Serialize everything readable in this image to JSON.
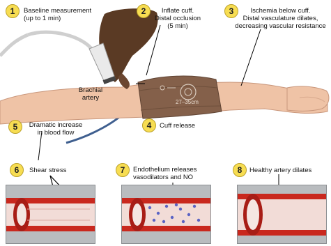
{
  "steps": [
    {
      "number": "1",
      "text": "Baseline measurement\n(up to 1 min)"
    },
    {
      "number": "2",
      "text": "Inflate cuff.\nDistal occlusion\n(5 min)"
    },
    {
      "number": "3",
      "text": "Ischemia below cuff.\nDistal vasculature dilates,\ndecreasing vascular resistance"
    },
    {
      "number": "4",
      "text": "Cuff release"
    },
    {
      "number": "5",
      "text": "Dramatic increase\nin blood flow"
    },
    {
      "number": "6",
      "text": "Shear stress"
    },
    {
      "number": "7",
      "text": "Endothelium releases\nvasodilators and NO"
    },
    {
      "number": "8",
      "text": "Healthy artery dilates"
    }
  ],
  "labels": {
    "brachial_artery": "Brachial\nartery",
    "cuff_size": "27–35cm"
  },
  "colors": {
    "badge": "#f7dd52",
    "skin": "#efc3a6",
    "cuff": "#84604a",
    "artery_wall": "#c9281e",
    "artery_lumen": "#f2dcd7",
    "panel_bg": "#b9bcbf",
    "no_particles": "#5a63c4"
  }
}
